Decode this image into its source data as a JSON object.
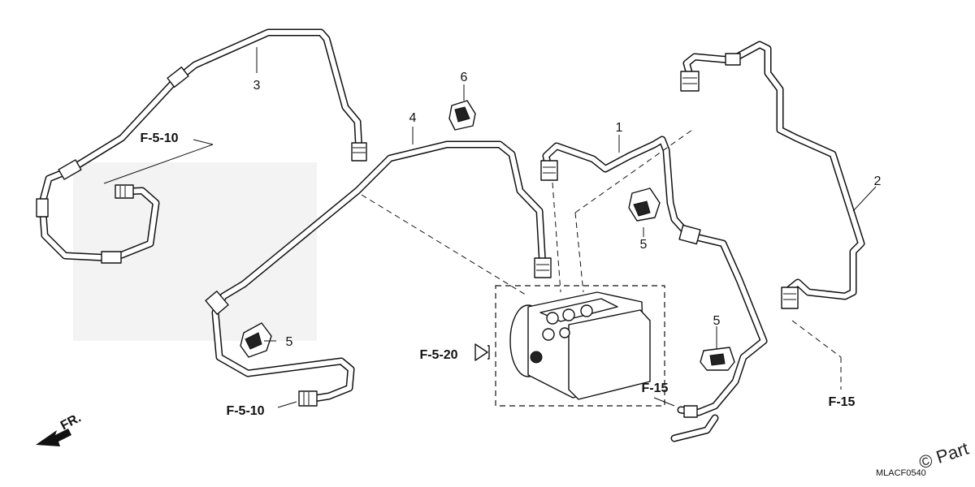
{
  "callouts": {
    "c1": "1",
    "c2": "2",
    "c3": "3",
    "c4": "4",
    "c5a": "5",
    "c5b": "5",
    "c5c": "5",
    "c6": "6"
  },
  "references": {
    "r_f510_top": "F-5-10",
    "r_f510_bottom": "F-5-10",
    "r_f520": "F-5-20",
    "r_f15_mid": "F-15",
    "r_f15_right": "F-15"
  },
  "direction_label": "FR.",
  "diagram_code": "MLACF0540",
  "watermark": "© Part"
}
